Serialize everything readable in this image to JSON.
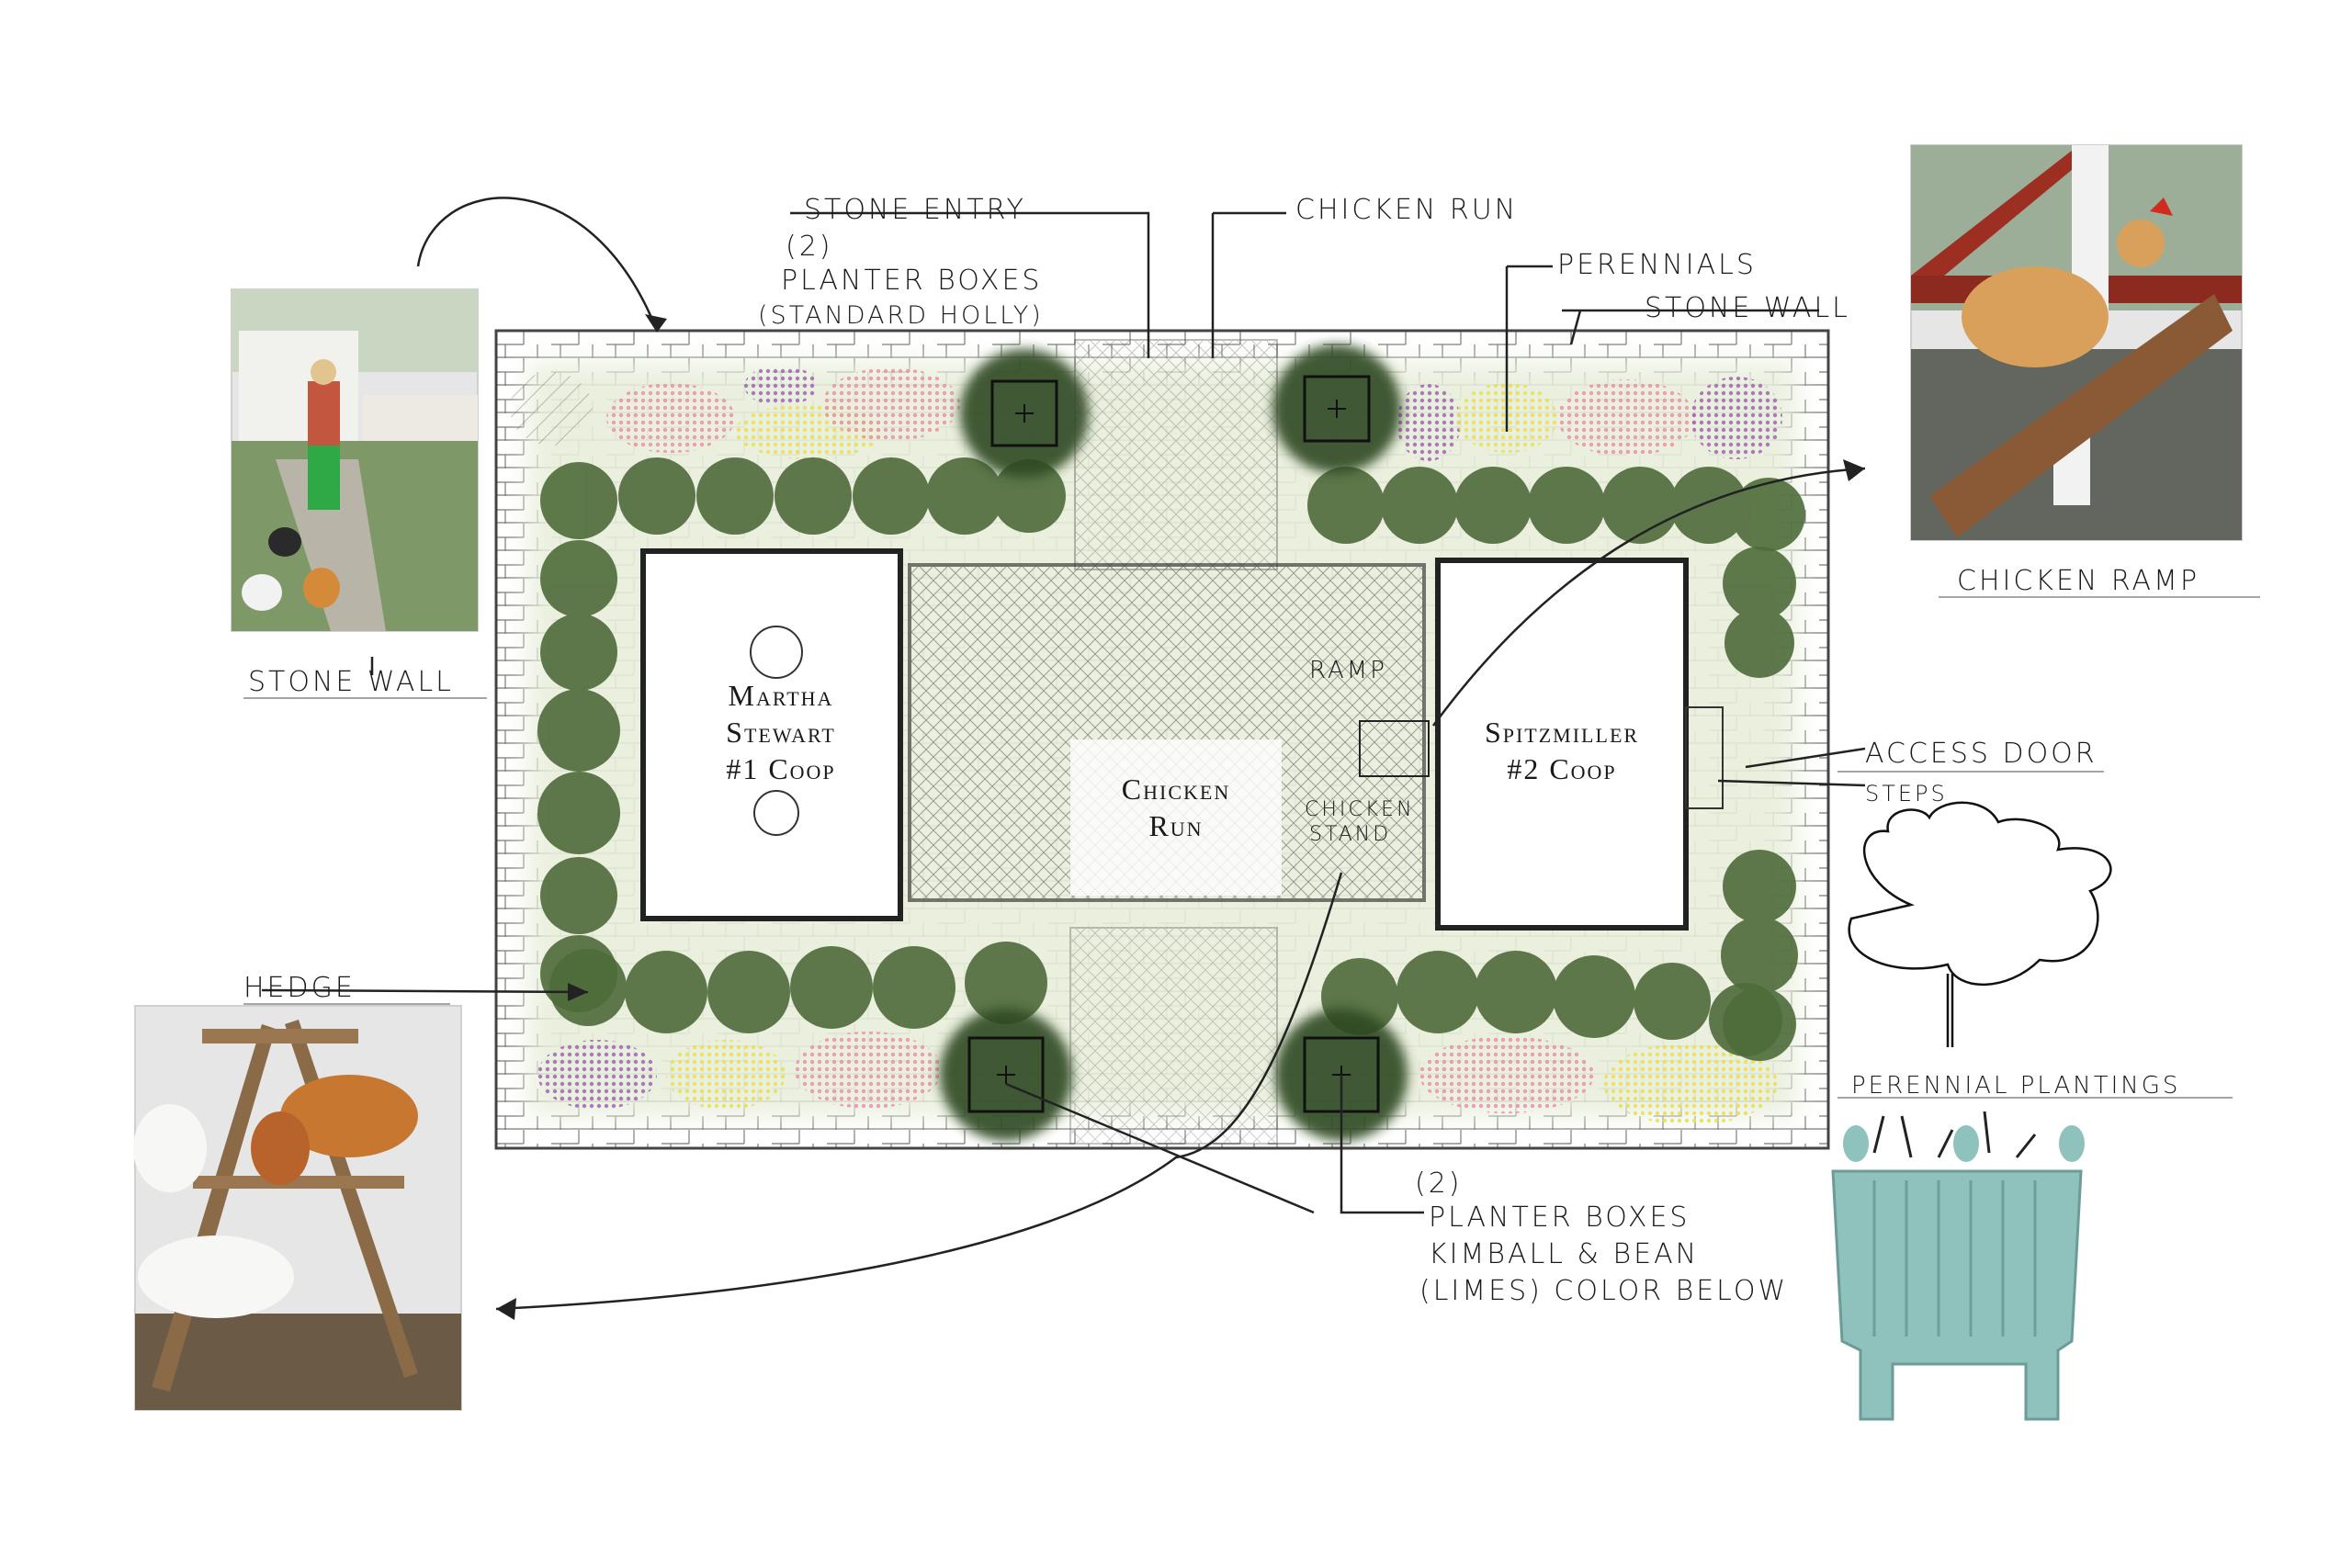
{
  "diagram": {
    "plan_labels": {
      "coop1": [
        "Martha",
        "Stewart",
        "#1 Coop"
      ],
      "coop2": [
        "Spitzmiller",
        "#2 Coop"
      ],
      "run": [
        "Chicken",
        "Run"
      ]
    },
    "annotations": {
      "stone_entry": "STONE ENTRY",
      "planter_boxes_top_qty": "(2)",
      "planter_boxes_top": "PLANTER BOXES",
      "planter_boxes_top_note": "(STANDARD HOLLY)",
      "chicken_run": "CHICKEN RUN",
      "perennials": "PERENNIALS",
      "stone_wall_top": "STONE WALL",
      "stone_wall_left": "STONE WALL",
      "chicken_ramp": "CHICKEN RAMP",
      "ramp": "RAMP",
      "access_door": "ACCESS DOOR",
      "steps": "STEPS",
      "chicken_stand_1": "CHICKEN",
      "chicken_stand_2": "STAND",
      "hedge": "HEDGE",
      "perennial_plantings": "PERENNIAL PLANTINGS",
      "planter_boxes_bottom_qty": "(2)",
      "planter_boxes_bottom": "PLANTER BOXES",
      "planter_boxes_bottom_note1": "KIMBALL & BEAN",
      "planter_boxes_bottom_note2": "(LIMES) COLOR BELOW"
    },
    "colors": {
      "hedge": "#4e6b3a",
      "hedge_dark": "#2f4a24",
      "planter": "#3a5a2e",
      "pink": "#e98aa6",
      "yellow": "#e9e05a",
      "purple": "#9a5bb0",
      "wall_wash": "#e8eedb",
      "planter_box_teal": "#8fc1bd"
    },
    "photos": [
      "stone-wall-photo",
      "chicken-ramp-photo",
      "chicken-stand-photo",
      "planter-box-photo"
    ]
  }
}
